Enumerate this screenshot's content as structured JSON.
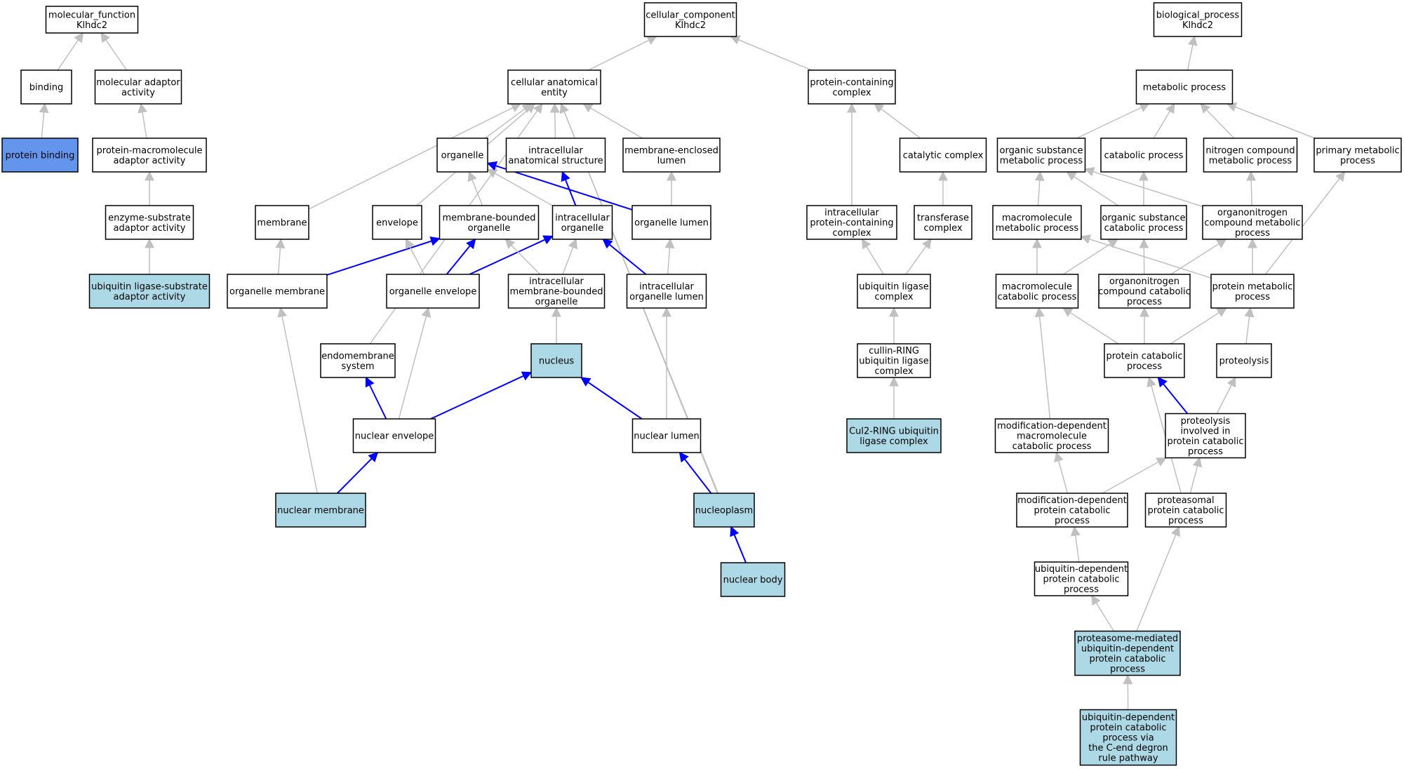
{
  "colors": {
    "edge_gray": "#c0c0c0",
    "edge_blue": "#0000ff",
    "node_border": "#000000",
    "node_fill_default": "#ffffff",
    "node_fill_highlight": "#add8e6",
    "node_fill_selected": "#6495ed"
  },
  "nodes": [
    {
      "id": "mf",
      "lines": [
        "molecular_function",
        "Klhdc2"
      ],
      "fill": "default"
    },
    {
      "id": "binding",
      "lines": [
        "binding"
      ],
      "fill": "default"
    },
    {
      "id": "mol_adaptor",
      "lines": [
        "molecular adaptor",
        "activity"
      ],
      "fill": "default"
    },
    {
      "id": "protein_binding",
      "lines": [
        "protein binding"
      ],
      "fill": "selected"
    },
    {
      "id": "pm_adaptor",
      "lines": [
        "protein-macromolecule",
        "adaptor activity"
      ],
      "fill": "default"
    },
    {
      "id": "es_adaptor",
      "lines": [
        "enzyme-substrate",
        "adaptor activity"
      ],
      "fill": "default"
    },
    {
      "id": "ubl_adaptor",
      "lines": [
        "ubiquitin ligase-substrate",
        "adaptor activity"
      ],
      "fill": "highlight"
    },
    {
      "id": "cc",
      "lines": [
        "cellular_component",
        "Klhdc2"
      ],
      "fill": "default"
    },
    {
      "id": "cae",
      "lines": [
        "cellular anatomical",
        "entity"
      ],
      "fill": "default"
    },
    {
      "id": "pcc",
      "lines": [
        "protein-containing",
        "complex"
      ],
      "fill": "default"
    },
    {
      "id": "organelle",
      "lines": [
        "organelle"
      ],
      "fill": "default"
    },
    {
      "id": "ias",
      "lines": [
        "intracellular",
        "anatomical structure"
      ],
      "fill": "default"
    },
    {
      "id": "mel",
      "lines": [
        "membrane-enclosed",
        "lumen"
      ],
      "fill": "default"
    },
    {
      "id": "catcomplex",
      "lines": [
        "catalytic complex"
      ],
      "fill": "default"
    },
    {
      "id": "membrane",
      "lines": [
        "membrane"
      ],
      "fill": "default"
    },
    {
      "id": "envelope",
      "lines": [
        "envelope"
      ],
      "fill": "default"
    },
    {
      "id": "mbo",
      "lines": [
        "membrane-bounded",
        "organelle"
      ],
      "fill": "default"
    },
    {
      "id": "io",
      "lines": [
        "intracellular",
        "organelle"
      ],
      "fill": "default"
    },
    {
      "id": "olumen",
      "lines": [
        "organelle lumen"
      ],
      "fill": "default"
    },
    {
      "id": "ipcc",
      "lines": [
        "intracellular",
        "protein-containing",
        "complex"
      ],
      "fill": "default"
    },
    {
      "id": "transferase",
      "lines": [
        "transferase",
        "complex"
      ],
      "fill": "default"
    },
    {
      "id": "omem",
      "lines": [
        "organelle membrane"
      ],
      "fill": "default"
    },
    {
      "id": "oenv",
      "lines": [
        "organelle envelope"
      ],
      "fill": "default"
    },
    {
      "id": "imbo",
      "lines": [
        "intracellular",
        "membrane-bounded",
        "organelle"
      ],
      "fill": "default"
    },
    {
      "id": "iol",
      "lines": [
        "intracellular",
        "organelle lumen"
      ],
      "fill": "default"
    },
    {
      "id": "ulc",
      "lines": [
        "ubiquitin ligase",
        "complex"
      ],
      "fill": "default"
    },
    {
      "id": "endomem",
      "lines": [
        "endomembrane",
        "system"
      ],
      "fill": "default"
    },
    {
      "id": "nucleus",
      "lines": [
        "nucleus"
      ],
      "fill": "highlight"
    },
    {
      "id": "crl",
      "lines": [
        "cullin-RING",
        "ubiquitin ligase",
        "complex"
      ],
      "fill": "default"
    },
    {
      "id": "nenv",
      "lines": [
        "nuclear envelope"
      ],
      "fill": "default"
    },
    {
      "id": "nlumen",
      "lines": [
        "nuclear lumen"
      ],
      "fill": "default"
    },
    {
      "id": "cul2",
      "lines": [
        "Cul2-RING ubiquitin",
        "ligase complex"
      ],
      "fill": "highlight"
    },
    {
      "id": "nmem",
      "lines": [
        "nuclear membrane"
      ],
      "fill": "highlight"
    },
    {
      "id": "nucleoplasm",
      "lines": [
        "nucleoplasm"
      ],
      "fill": "highlight"
    },
    {
      "id": "nbody",
      "lines": [
        "nuclear body"
      ],
      "fill": "highlight"
    },
    {
      "id": "bp",
      "lines": [
        "biological_process",
        "Klhdc2"
      ],
      "fill": "default"
    },
    {
      "id": "metab",
      "lines": [
        "metabolic process"
      ],
      "fill": "default"
    },
    {
      "id": "osmp",
      "lines": [
        "organic substance",
        "metabolic process"
      ],
      "fill": "default"
    },
    {
      "id": "catab",
      "lines": [
        "catabolic process"
      ],
      "fill": "default"
    },
    {
      "id": "ncmp",
      "lines": [
        "nitrogen compound",
        "metabolic process"
      ],
      "fill": "default"
    },
    {
      "id": "pmp",
      "lines": [
        "primary metabolic",
        "process"
      ],
      "fill": "default"
    },
    {
      "id": "mmp",
      "lines": [
        "macromolecule",
        "metabolic process"
      ],
      "fill": "default"
    },
    {
      "id": "oscp",
      "lines": [
        "organic substance",
        "catabolic process"
      ],
      "fill": "default"
    },
    {
      "id": "oncmp",
      "lines": [
        "organonitrogen",
        "compound metabolic",
        "process"
      ],
      "fill": "default"
    },
    {
      "id": "mcp",
      "lines": [
        "macromolecule",
        "catabolic process"
      ],
      "fill": "default"
    },
    {
      "id": "onccp",
      "lines": [
        "organonitrogen",
        "compound catabolic",
        "process"
      ],
      "fill": "default"
    },
    {
      "id": "protmp",
      "lines": [
        "protein metabolic",
        "process"
      ],
      "fill": "default"
    },
    {
      "id": "pcp",
      "lines": [
        "protein catabolic",
        "process"
      ],
      "fill": "default"
    },
    {
      "id": "proteolysis",
      "lines": [
        "proteolysis"
      ],
      "fill": "default"
    },
    {
      "id": "mdmcp",
      "lines": [
        "modification-dependent",
        "macromolecule",
        "catabolic process"
      ],
      "fill": "default"
    },
    {
      "id": "pipcp",
      "lines": [
        "proteolysis",
        "involved in",
        "protein catabolic",
        "process"
      ],
      "fill": "default"
    },
    {
      "id": "mdpcp",
      "lines": [
        "modification-dependent",
        "protein catabolic",
        "process"
      ],
      "fill": "default"
    },
    {
      "id": "proteasomal",
      "lines": [
        "proteasomal",
        "protein catabolic",
        "process"
      ],
      "fill": "default"
    },
    {
      "id": "udpcp",
      "lines": [
        "ubiquitin-dependent",
        "protein catabolic",
        "process"
      ],
      "fill": "default"
    },
    {
      "id": "pmudpcp",
      "lines": [
        "proteasome-mediated",
        "ubiquitin-dependent",
        "protein catabolic",
        "process"
      ],
      "fill": "highlight"
    },
    {
      "id": "udcend",
      "lines": [
        "ubiquitin-dependent",
        "protein catabolic",
        "process via",
        "the C-end degron",
        "rule pathway"
      ],
      "fill": "highlight"
    }
  ],
  "edges": [
    {
      "from": "binding",
      "to": "mf",
      "color": "gray"
    },
    {
      "from": "mol_adaptor",
      "to": "mf",
      "color": "gray"
    },
    {
      "from": "protein_binding",
      "to": "binding",
      "color": "gray"
    },
    {
      "from": "pm_adaptor",
      "to": "mol_adaptor",
      "color": "gray"
    },
    {
      "from": "es_adaptor",
      "to": "pm_adaptor",
      "color": "gray"
    },
    {
      "from": "ubl_adaptor",
      "to": "es_adaptor",
      "color": "gray"
    },
    {
      "from": "cae",
      "to": "cc",
      "color": "gray"
    },
    {
      "from": "pcc",
      "to": "cc",
      "color": "gray"
    },
    {
      "from": "organelle",
      "to": "cae",
      "color": "gray"
    },
    {
      "from": "ias",
      "to": "cae",
      "color": "gray"
    },
    {
      "from": "mel",
      "to": "cae",
      "color": "gray"
    },
    {
      "from": "membrane",
      "to": "cae",
      "color": "gray"
    },
    {
      "from": "envelope",
      "to": "cae",
      "color": "gray"
    },
    {
      "from": "endomem",
      "to": "cae",
      "color": "gray"
    },
    {
      "from": "nucleoplasm",
      "to": "cae",
      "color": "gray"
    },
    {
      "from": "nbody",
      "to": "cae",
      "color": "gray"
    },
    {
      "from": "mbo",
      "to": "organelle",
      "color": "gray"
    },
    {
      "from": "io",
      "to": "organelle",
      "color": "gray"
    },
    {
      "from": "olumen",
      "to": "organelle",
      "color": "blue"
    },
    {
      "from": "io",
      "to": "ias",
      "color": "blue"
    },
    {
      "from": "olumen",
      "to": "mel",
      "color": "gray"
    },
    {
      "from": "omem",
      "to": "membrane",
      "color": "gray"
    },
    {
      "from": "omem",
      "to": "mbo",
      "color": "blue"
    },
    {
      "from": "oenv",
      "to": "envelope",
      "color": "gray"
    },
    {
      "from": "oenv",
      "to": "mbo",
      "color": "blue"
    },
    {
      "from": "oenv",
      "to": "io",
      "color": "blue"
    },
    {
      "from": "imbo",
      "to": "mbo",
      "color": "gray"
    },
    {
      "from": "imbo",
      "to": "io",
      "color": "gray"
    },
    {
      "from": "iol",
      "to": "io",
      "color": "blue"
    },
    {
      "from": "iol",
      "to": "olumen",
      "color": "gray"
    },
    {
      "from": "nucleus",
      "to": "imbo",
      "color": "gray"
    },
    {
      "from": "nenv",
      "to": "endomem",
      "color": "blue"
    },
    {
      "from": "nenv",
      "to": "oenv",
      "color": "gray"
    },
    {
      "from": "nenv",
      "to": "nucleus",
      "color": "blue"
    },
    {
      "from": "nlumen",
      "to": "nucleus",
      "color": "blue"
    },
    {
      "from": "nlumen",
      "to": "iol",
      "color": "gray"
    },
    {
      "from": "nmem",
      "to": "nenv",
      "color": "blue"
    },
    {
      "from": "nmem",
      "to": "omem",
      "color": "gray"
    },
    {
      "from": "nucleoplasm",
      "to": "nlumen",
      "color": "blue"
    },
    {
      "from": "nbody",
      "to": "nucleoplasm",
      "color": "blue"
    },
    {
      "from": "catcomplex",
      "to": "pcc",
      "color": "gray"
    },
    {
      "from": "ipcc",
      "to": "pcc",
      "color": "gray"
    },
    {
      "from": "transferase",
      "to": "catcomplex",
      "color": "gray"
    },
    {
      "from": "ulc",
      "to": "ipcc",
      "color": "gray"
    },
    {
      "from": "ulc",
      "to": "transferase",
      "color": "gray"
    },
    {
      "from": "crl",
      "to": "ulc",
      "color": "gray"
    },
    {
      "from": "cul2",
      "to": "crl",
      "color": "gray"
    },
    {
      "from": "metab",
      "to": "bp",
      "color": "gray"
    },
    {
      "from": "osmp",
      "to": "metab",
      "color": "gray"
    },
    {
      "from": "catab",
      "to": "metab",
      "color": "gray"
    },
    {
      "from": "ncmp",
      "to": "metab",
      "color": "gray"
    },
    {
      "from": "pmp",
      "to": "metab",
      "color": "gray"
    },
    {
      "from": "mmp",
      "to": "osmp",
      "color": "gray"
    },
    {
      "from": "oscp",
      "to": "osmp",
      "color": "gray"
    },
    {
      "from": "oncmp",
      "to": "osmp",
      "color": "gray"
    },
    {
      "from": "oscp",
      "to": "catab",
      "color": "gray"
    },
    {
      "from": "oncmp",
      "to": "ncmp",
      "color": "gray"
    },
    {
      "from": "mcp",
      "to": "mmp",
      "color": "gray"
    },
    {
      "from": "mcp",
      "to": "oscp",
      "color": "gray"
    },
    {
      "from": "onccp",
      "to": "oscp",
      "color": "gray"
    },
    {
      "from": "onccp",
      "to": "oncmp",
      "color": "gray"
    },
    {
      "from": "protmp",
      "to": "mmp",
      "color": "gray"
    },
    {
      "from": "protmp",
      "to": "oncmp",
      "color": "gray"
    },
    {
      "from": "protmp",
      "to": "pmp",
      "color": "gray"
    },
    {
      "from": "pcp",
      "to": "mcp",
      "color": "gray"
    },
    {
      "from": "pcp",
      "to": "onccp",
      "color": "gray"
    },
    {
      "from": "pcp",
      "to": "protmp",
      "color": "gray"
    },
    {
      "from": "proteolysis",
      "to": "protmp",
      "color": "gray"
    },
    {
      "from": "mdmcp",
      "to": "mcp",
      "color": "gray"
    },
    {
      "from": "pipcp",
      "to": "pcp",
      "color": "blue"
    },
    {
      "from": "pipcp",
      "to": "proteolysis",
      "color": "gray"
    },
    {
      "from": "mdpcp",
      "to": "mdmcp",
      "color": "gray"
    },
    {
      "from": "mdpcp",
      "to": "pipcp",
      "color": "gray"
    },
    {
      "from": "proteasomal",
      "to": "pcp",
      "color": "gray"
    },
    {
      "from": "proteasomal",
      "to": "pipcp",
      "color": "gray"
    },
    {
      "from": "udpcp",
      "to": "mdpcp",
      "color": "gray"
    },
    {
      "from": "pmudpcp",
      "to": "udpcp",
      "color": "gray"
    },
    {
      "from": "pmudpcp",
      "to": "proteasomal",
      "color": "gray"
    },
    {
      "from": "udcend",
      "to": "pmudpcp",
      "color": "gray"
    }
  ]
}
